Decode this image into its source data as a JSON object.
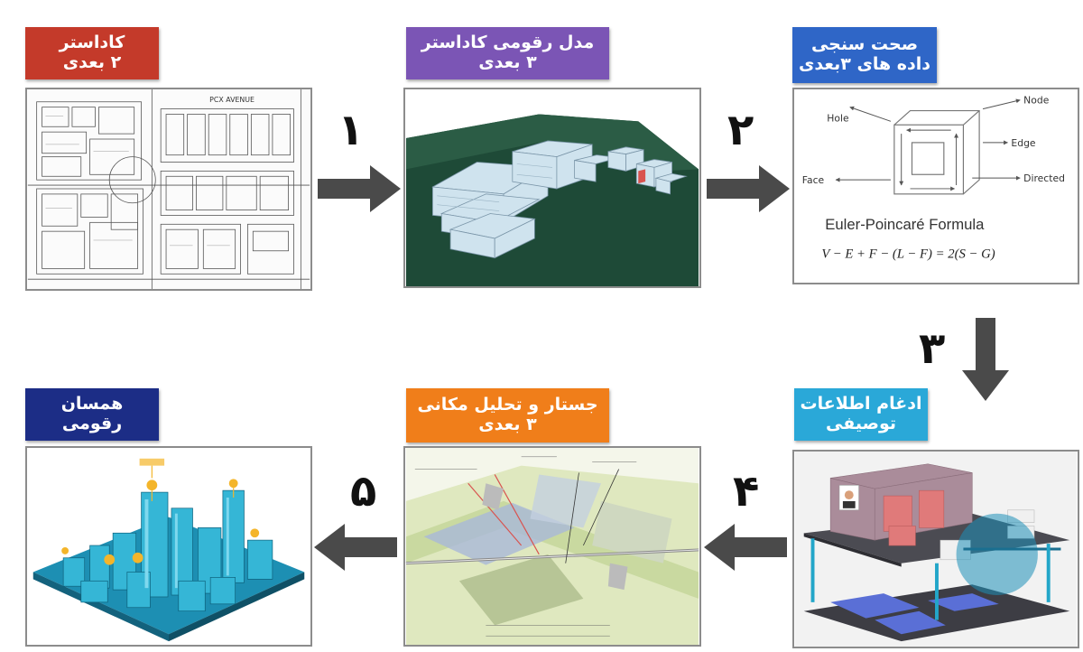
{
  "steps": [
    {
      "id": "cadastre-2d",
      "color": "#c43a2a",
      "label_line1": "کاداستر",
      "label_line2": "۲ بعدی"
    },
    {
      "id": "cadastre-3d-model",
      "color": "#7b55b5",
      "label_line1": "مدل رقومی کاداستر",
      "label_line2": "۳ بعدی"
    },
    {
      "id": "3d-data-validation",
      "color": "#2f66c7",
      "label_line1": "صحت سنجی",
      "label_line2": "داده های ۳بعدی"
    },
    {
      "id": "descriptive-integration",
      "color": "#2aa8d8",
      "label_line1": "ادغام اطلاعات",
      "label_line2": "توصیفی"
    },
    {
      "id": "3d-spatial-analysis",
      "color": "#f07e1a",
      "label_line1": "جستار و تحلیل مکانی",
      "label_line2": "۳ بعدی"
    },
    {
      "id": "digital-twin",
      "color": "#1c2d86",
      "label_line1": "همسان",
      "label_line2": "رقومی"
    }
  ],
  "arrow_numbers": [
    "۱",
    "۲",
    "۳",
    "۴",
    "۵"
  ],
  "cadastre_map": {
    "street_label": "PCX AVENUE"
  },
  "topology": {
    "hole": "Hole",
    "node": "Node",
    "edge": "Edge",
    "face": "Face",
    "directed": "Directed",
    "formula_title": "Euler-Poincaré Formula",
    "formula": "V − E + F − (L − F) = 2(S − G)"
  },
  "colors": {
    "arrow": "#4a4a4a",
    "ground": "#1e4a37",
    "water": "#23a6c9"
  }
}
